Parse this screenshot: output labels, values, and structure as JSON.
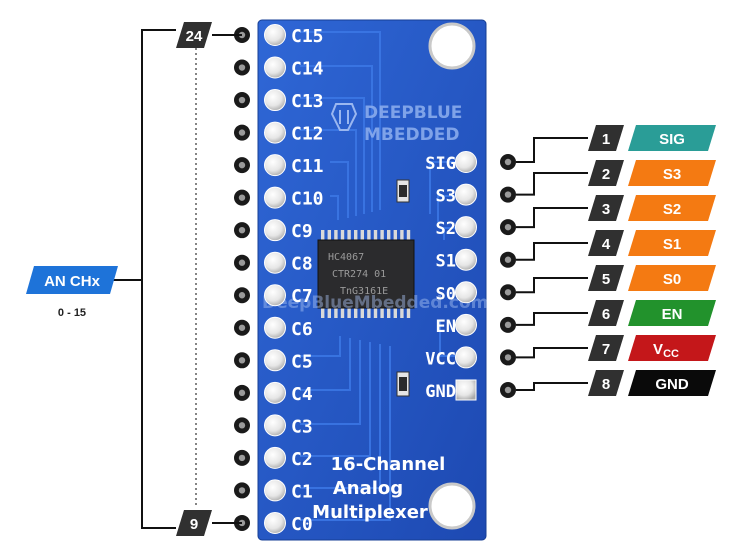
{
  "board": {
    "brand_line1": "DEEPBLUE",
    "brand_line2": "MBEDDED",
    "watermark": "DeepBlueMbedded.com",
    "chip_line1": "HC4067",
    "chip_line2": "CTR274 01",
    "chip_line3": "TnG3161E",
    "title_line1": "16-Channel",
    "title_line2": "Analog",
    "title_line3": "Multiplexer"
  },
  "left_pins": [
    "C15",
    "C14",
    "C13",
    "C12",
    "C11",
    "C10",
    "C9",
    "C8",
    "C7",
    "C6",
    "C5",
    "C4",
    "C3",
    "C2",
    "C1",
    "C0"
  ],
  "right_pins": [
    {
      "silk": "SIG",
      "num": "1",
      "label": "SIG",
      "color": "#2a9d97"
    },
    {
      "silk": "S3",
      "num": "2",
      "label": "S3",
      "color": "#f47a12"
    },
    {
      "silk": "S2",
      "num": "3",
      "label": "S2",
      "color": "#f47a12"
    },
    {
      "silk": "S1",
      "num": "4",
      "label": "S1",
      "color": "#f47a12"
    },
    {
      "silk": "S0",
      "num": "5",
      "label": "S0",
      "color": "#f47a12"
    },
    {
      "silk": "EN",
      "num": "6",
      "label": "EN",
      "color": "#22922c"
    },
    {
      "silk": "VCC",
      "num": "7",
      "label": "V",
      "sub": "CC",
      "color": "#c4171a"
    },
    {
      "silk": "GND",
      "num": "8",
      "label": "GND",
      "color": "#0a0a0a"
    }
  ],
  "left_group": {
    "top_num": "24",
    "bottom_num": "9",
    "label": "AN CHx",
    "label_color": "#1e73d9",
    "range": "0 - 15"
  }
}
